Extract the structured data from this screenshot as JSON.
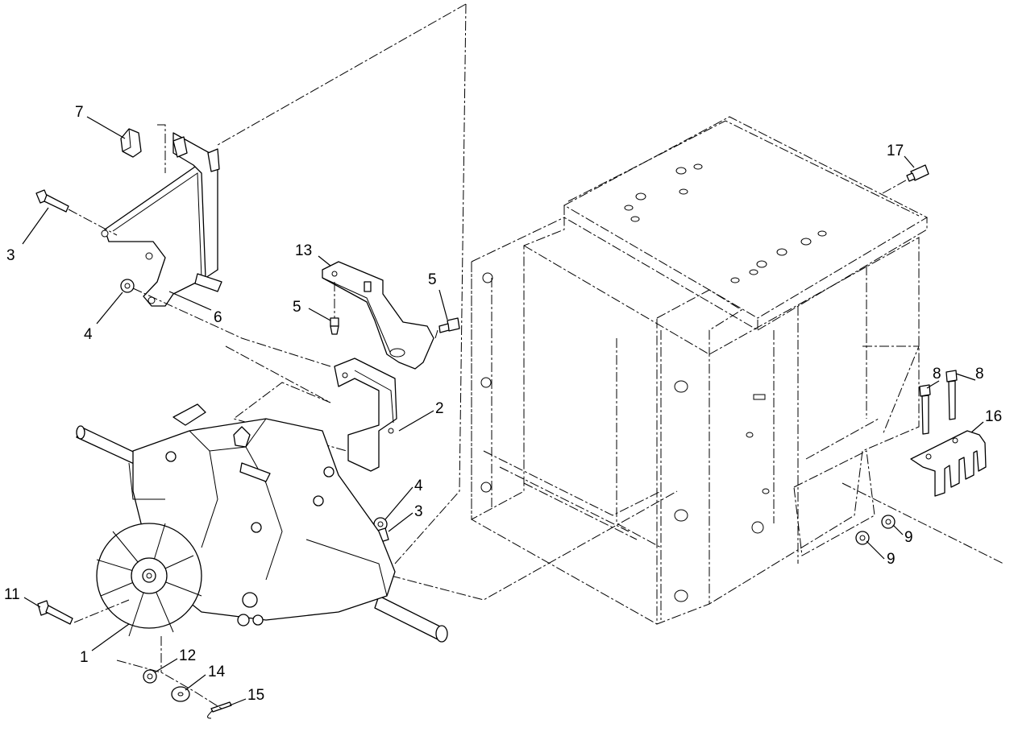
{
  "callouts": {
    "c1": "1",
    "c2": "2",
    "c3a": "3",
    "c3b": "3",
    "c4a": "4",
    "c4b": "4",
    "c5a": "5",
    "c5b": "5",
    "c6": "6",
    "c7": "7",
    "c8a": "8",
    "c8b": "8",
    "c9a": "9",
    "c9b": "9",
    "c11": "11",
    "c12": "12",
    "c13": "13",
    "c14": "14",
    "c15": "15",
    "c16": "16",
    "c17": "17"
  }
}
